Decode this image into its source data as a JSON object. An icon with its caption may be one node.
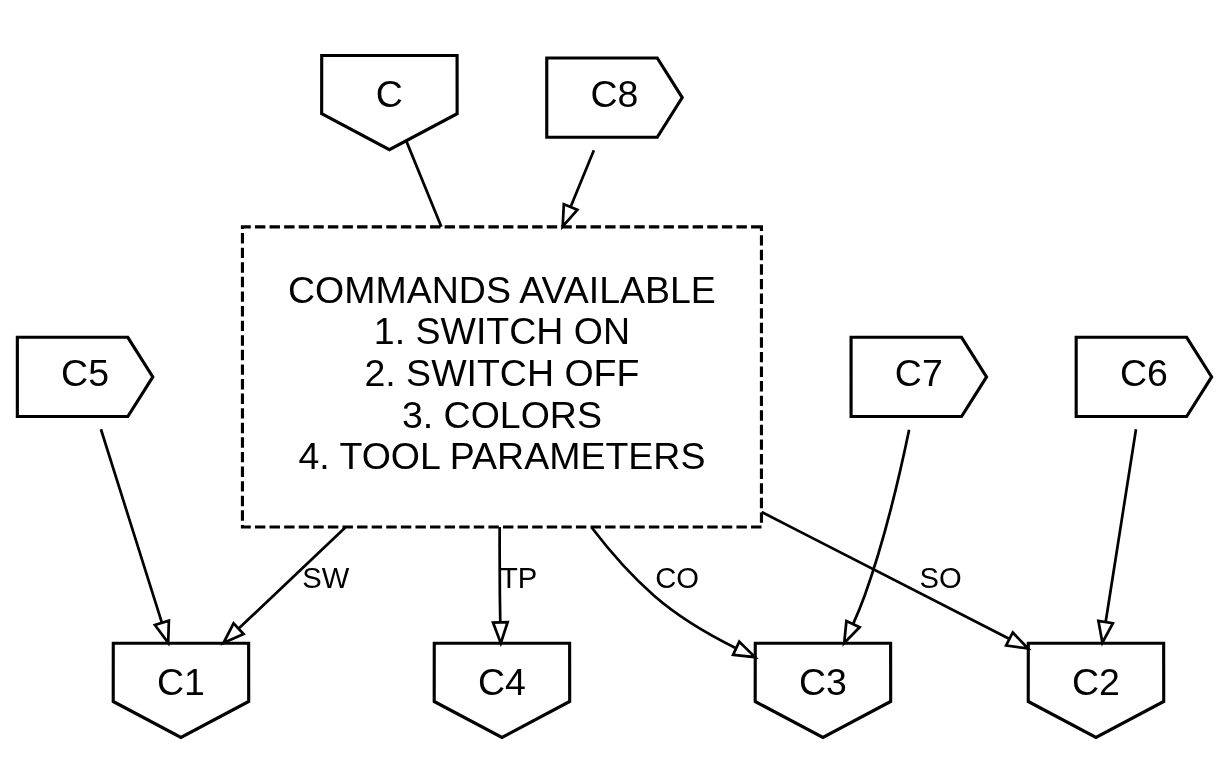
{
  "diagram": {
    "nodes": [
      {
        "text": [
          "C"
        ]
      },
      {
        "text": [
          "C8"
        ]
      },
      {
        "text": [
          "COMMANDS AVAILABLE",
          "1. SWITCH ON",
          "2. SWITCH OFF",
          "3. COLORS",
          "4. TOOL PARAMETERS"
        ]
      },
      {
        "text": [
          "C5"
        ]
      },
      {
        "text": [
          "C6"
        ]
      },
      {
        "text": [
          "C7"
        ]
      },
      {
        "text": [
          "C1"
        ]
      },
      {
        "text": [
          "C2"
        ]
      },
      {
        "text": [
          "C3"
        ]
      },
      {
        "text": [
          "C4"
        ]
      }
    ],
    "edges": [
      {
        "from": 0,
        "to": 2,
        "arrow": "none"
      },
      {
        "from": 1,
        "to": 2,
        "arrow": "to"
      },
      {
        "from": 2,
        "to": 6,
        "arrow": "to",
        "label": "SW"
      },
      {
        "from": 2,
        "to": 7,
        "arrow": "to",
        "label": "SO"
      },
      {
        "from": 2,
        "to": 8,
        "arrow": "to",
        "label": "CO"
      },
      {
        "from": 2,
        "to": 9,
        "arrow": "to",
        "label": "TP"
      },
      {
        "from": 3,
        "to": 6,
        "arrow": "to"
      },
      {
        "from": 4,
        "to": 7,
        "arrow": "to"
      },
      {
        "from": 5,
        "to": 8,
        "arrow": "to"
      }
    ]
  }
}
